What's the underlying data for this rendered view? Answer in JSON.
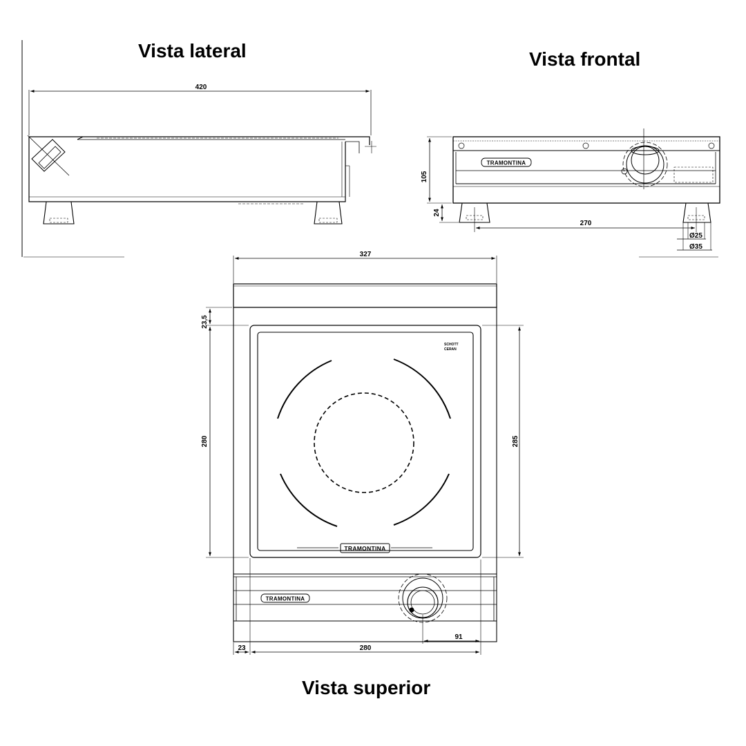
{
  "views": {
    "lateral": {
      "title": "Vista lateral"
    },
    "frontal": {
      "title": "Vista frontal"
    },
    "superior": {
      "title": "Vista superior"
    }
  },
  "dimensions": {
    "lateral_length": "420",
    "frontal_height": "105",
    "frontal_foot_height": "24",
    "frontal_foot_spacing": "270",
    "foot_diameter_inner": "Ø25",
    "foot_diameter_outer": "Ø35",
    "top_width": "327",
    "top_offset": "23,5",
    "glass_depth": "280",
    "overall_depth": "285",
    "knob_offset": "91",
    "left_margin": "23",
    "glass_width": "280"
  },
  "labels": {
    "brand": "TRAMONTINA",
    "glass_logo_line1": "SCHOTT",
    "glass_logo_line2": "CERAN"
  }
}
